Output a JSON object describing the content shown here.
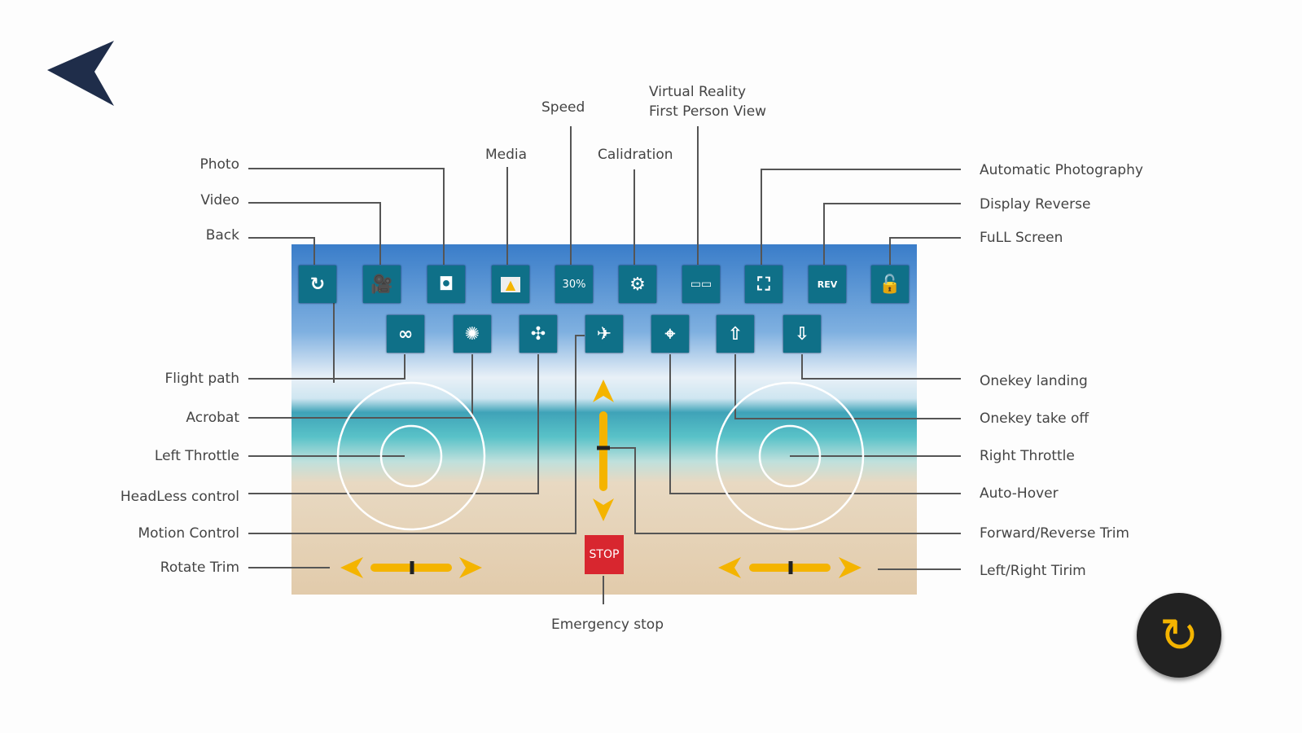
{
  "labels_left": {
    "photo": "Photo",
    "video": "Video",
    "back": "Back",
    "flight_path": "Flight path",
    "acrobat": "Acrobat",
    "left_throttle": "Left Throttle",
    "headless": "HeadLess control",
    "motion": "Motion Control",
    "rotate_trim": "Rotate Trim"
  },
  "labels_top": {
    "media": "Media",
    "speed": "Speed",
    "calibration": "Calidration",
    "vr1": "Virtual Reality",
    "vr2": "First Person View"
  },
  "labels_right": {
    "auto_photo": "Automatic  Photography",
    "display_reverse": "Display Reverse",
    "full_screen": "FuLL Screen",
    "onekey_landing": "Onekey landing",
    "onekey_takeoff": "Onekey take off",
    "right_throttle": "Right Throttle",
    "auto_hover": "Auto-Hover",
    "fr_trim": "Forward/Reverse Trim",
    "lr_trim": "Left/Right Tirim"
  },
  "emergency": "Emergency stop",
  "icons": {
    "speed": "30%",
    "rev": "REV",
    "stop": "STOP"
  },
  "colors": {
    "icon_bg": "#0f7088",
    "trim": "#f4b400",
    "stop": "#d8262f",
    "back_arrow": "#1f2d4a"
  }
}
